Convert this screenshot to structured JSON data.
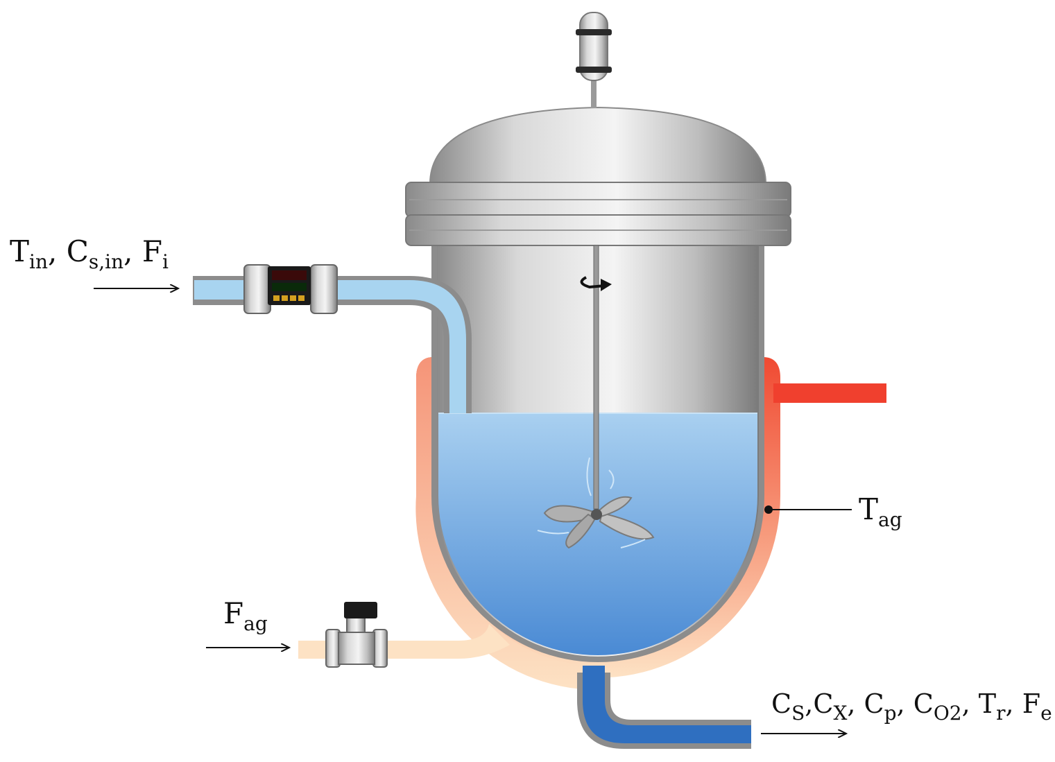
{
  "labels": {
    "inlet": {
      "t_main": "T",
      "t_sub": "in",
      "sep1": ", ",
      "c_main": "C",
      "c_sub": "s,in",
      "sep2": ", ",
      "f_main": "F",
      "f_sub": "i"
    },
    "jacket_temp": {
      "main": "T",
      "sub": "ag"
    },
    "jacket_flow": {
      "main": "F",
      "sub": "ag"
    },
    "outlet": {
      "c1_main": "C",
      "c1_sub": "S",
      "sep1": ",",
      "c2_main": "C",
      "c2_sub": "X",
      "sep2": ", ",
      "c3_main": "C",
      "c3_sub": "p",
      "sep3": ", ",
      "c4_main": "C",
      "c4_sub": "O2",
      "sep4": ", ",
      "t_main": "T",
      "t_sub": "r",
      "sep5": ", ",
      "f_main": "F",
      "f_sub": "e"
    }
  },
  "colors": {
    "liquid": "#6ea8e0",
    "jacket_hot": "#f0402e",
    "jacket_cool": "#fde2c4",
    "steel": "#bfbfbf",
    "inlet_water": "#a8d4f0",
    "outlet_water": "#2f6fc0"
  },
  "icons": [
    "motor-icon",
    "rotation-arrow-icon",
    "impeller-icon",
    "flow-meter-icon",
    "solenoid-valve-icon"
  ]
}
